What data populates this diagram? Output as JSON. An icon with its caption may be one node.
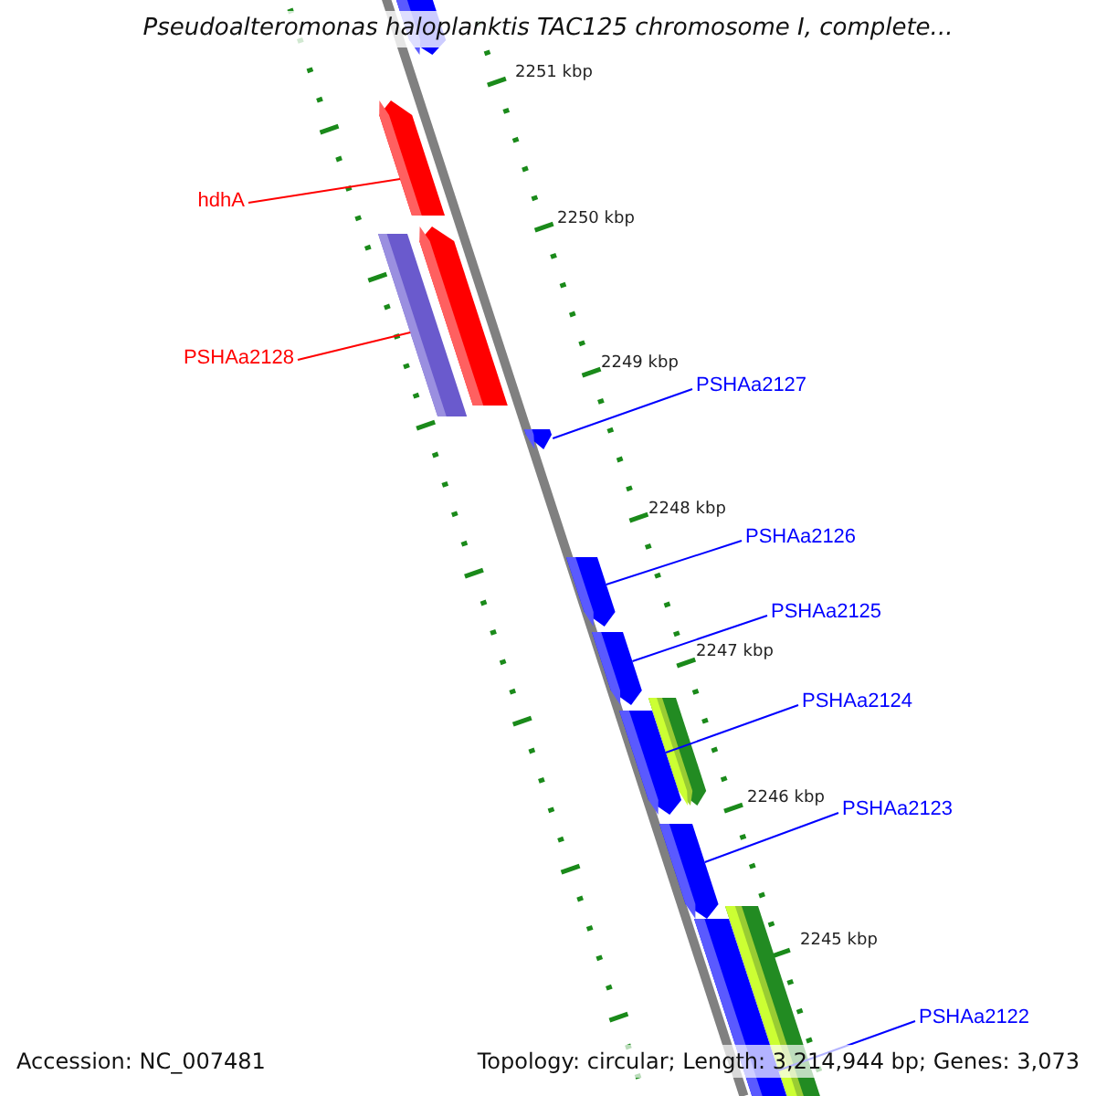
{
  "diagram": {
    "title": "Pseudoalteromonas haloplanktis TAC125 chromosome I, complete...",
    "nodes": [
      {
        "text": [],
        "shape": "bar"
      },
      {
        "text": [
          "hdhA"
        ]
      },
      {
        "text": [],
        "shape": "bar"
      },
      {
        "text": [
          "PSHAa2128"
        ]
      },
      {
        "text": [],
        "shape": "bar"
      },
      {
        "text": [],
        "shape": "bar"
      },
      {
        "text": [
          "PSHAa2127"
        ]
      },
      {
        "text": [],
        "shape": "bar"
      },
      {
        "text": [
          "PSHAa2126"
        ]
      },
      {
        "text": [],
        "shape": "bar"
      },
      {
        "text": [
          "PSHAa2125"
        ]
      },
      {
        "text": [],
        "shape": "bar"
      },
      {
        "text": [
          "PSHAa2124"
        ]
      },
      {
        "text": [],
        "shape": "bar"
      },
      {
        "text": [],
        "shape": "bar"
      },
      {
        "text": [
          "PSHAa2123"
        ]
      },
      {
        "text": [],
        "shape": "bar"
      },
      {
        "text": [],
        "shape": "bar"
      },
      {
        "text": [
          "PSHAa2122"
        ]
      },
      {
        "text": [],
        "shape": "bar"
      }
    ],
    "edges": [
      {
        "from": 1,
        "to": 2,
        "arrow": "none",
        "color": "#ff0000"
      },
      {
        "from": 3,
        "to": 4,
        "arrow": "none",
        "color": "#ff0000"
      },
      {
        "from": 6,
        "to": 7,
        "arrow": "none"
      },
      {
        "from": 8,
        "to": 9,
        "arrow": "none"
      },
      {
        "from": 10,
        "to": 11,
        "arrow": "none"
      },
      {
        "from": 12,
        "to": 13,
        "arrow": "none"
      },
      {
        "from": 15,
        "to": 16,
        "arrow": "none"
      },
      {
        "from": 18,
        "to": 19,
        "arrow": "none"
      }
    ],
    "labels": [
      "2251 kbp",
      "2250 kbp",
      "2249 kbp",
      "2248 kbp",
      "2247 kbp",
      "2246 kbp",
      "2245 kbp",
      "Accession: NC_007481",
      "Topology: circular; Length: 3,214,944 bp; Genes: 3,073"
    ]
  }
}
